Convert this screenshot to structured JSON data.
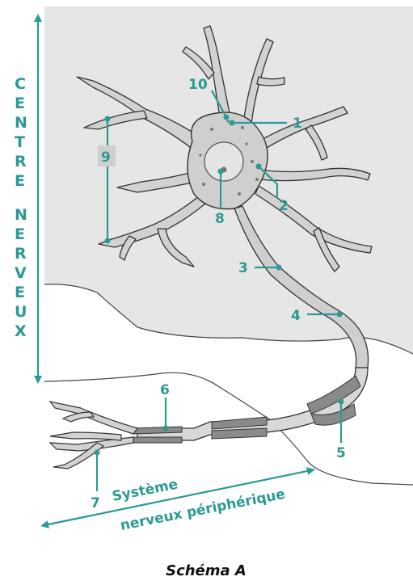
{
  "vertical_label_top": "CENTRE",
  "vertical_label_bottom": "NERVEUX",
  "peripheral_label_line1": "Système",
  "peripheral_label_line2": "nerveux périphérique",
  "caption": "Schéma A",
  "labels": [
    "1",
    "2",
    "3",
    "4",
    "5",
    "6",
    "7",
    "8",
    "9",
    "10"
  ],
  "colors": {
    "accent": "#2a9a93",
    "tissue": "#e6e6e6",
    "cell": "#cfcfcf",
    "outline": "#333333"
  }
}
